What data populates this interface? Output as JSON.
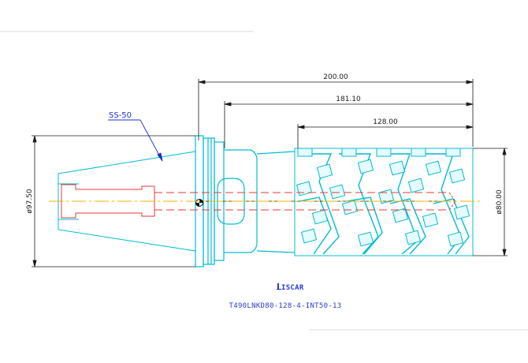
{
  "drawing": {
    "dimensions": {
      "overall_length": "200.00",
      "body_length": "181.10",
      "cutting_length": "128.00",
      "flange_diameter": "ø97.50",
      "cutting_diameter": "ø80.00"
    },
    "callout": "SS-50",
    "brand_logo_text": "ISCAR",
    "model_code": "T490LNKD80-128-4-INT50-13"
  },
  "colors": {
    "outline": "#00bcd4",
    "dimension": "#1a1a1a",
    "centerline": "#e53935",
    "callout": "#1f2fd0",
    "axis": "#f2b600"
  }
}
